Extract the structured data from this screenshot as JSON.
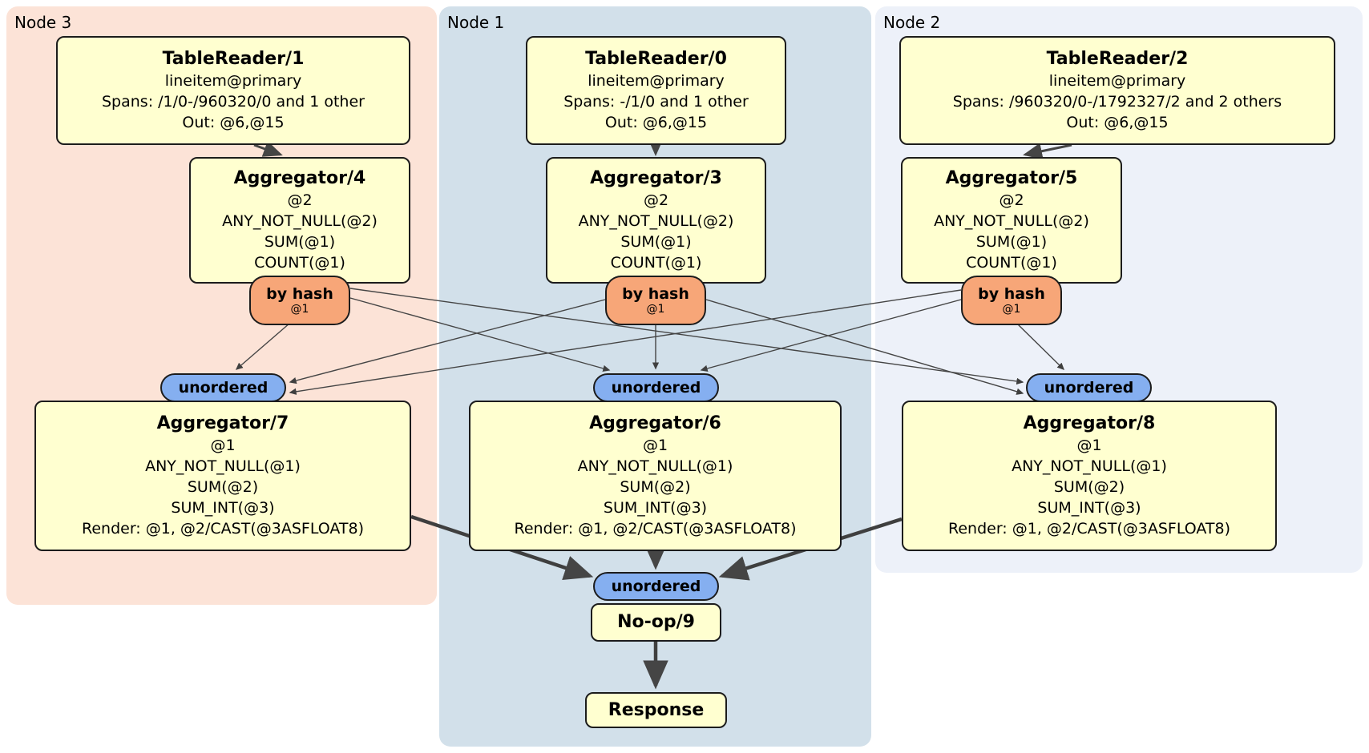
{
  "diagram": {
    "regions": [
      {
        "id": "node3",
        "label": "Node 3"
      },
      {
        "id": "node1",
        "label": "Node 1"
      },
      {
        "id": "node2",
        "label": "Node 2"
      }
    ],
    "processors": {
      "tr1": {
        "title": "TableReader/1",
        "lines": [
          "lineitem@primary",
          "Spans: /1/0-/960320/0 and 1 other",
          "Out: @6,@15"
        ]
      },
      "tr0": {
        "title": "TableReader/0",
        "lines": [
          "lineitem@primary",
          "Spans: -/1/0 and 1 other",
          "Out: @6,@15"
        ]
      },
      "tr2": {
        "title": "TableReader/2",
        "lines": [
          "lineitem@primary",
          "Spans: /960320/0-/1792327/2 and 2 others",
          "Out: @6,@15"
        ]
      },
      "agg4": {
        "title": "Aggregator/4",
        "lines": [
          "@2",
          "ANY_NOT_NULL(@2)",
          "SUM(@1)",
          "COUNT(@1)"
        ]
      },
      "agg3": {
        "title": "Aggregator/3",
        "lines": [
          "@2",
          "ANY_NOT_NULL(@2)",
          "SUM(@1)",
          "COUNT(@1)"
        ]
      },
      "agg5": {
        "title": "Aggregator/5",
        "lines": [
          "@2",
          "ANY_NOT_NULL(@2)",
          "SUM(@1)",
          "COUNT(@1)"
        ]
      },
      "agg7": {
        "title": "Aggregator/7",
        "lines": [
          "@1",
          "ANY_NOT_NULL(@1)",
          "SUM(@2)",
          "SUM_INT(@3)",
          "Render: @1, @2/CAST(@3ASFLOAT8)"
        ]
      },
      "agg6": {
        "title": "Aggregator/6",
        "lines": [
          "@1",
          "ANY_NOT_NULL(@1)",
          "SUM(@2)",
          "SUM_INT(@3)",
          "Render: @1, @2/CAST(@3ASFLOAT8)"
        ]
      },
      "agg8": {
        "title": "Aggregator/8",
        "lines": [
          "@1",
          "ANY_NOT_NULL(@1)",
          "SUM(@2)",
          "SUM_INT(@3)",
          "Render: @1, @2/CAST(@3ASFLOAT8)"
        ]
      },
      "noop": {
        "title": "No-op/9"
      },
      "response": {
        "title": "Response"
      }
    },
    "routers": {
      "node3": {
        "label": "by hash",
        "key": "@1"
      },
      "node1": {
        "label": "by hash",
        "key": "@1"
      },
      "node2": {
        "label": "by hash",
        "key": "@1"
      }
    },
    "syncs": {
      "node3": {
        "label": "unordered"
      },
      "node1": {
        "label": "unordered"
      },
      "node2": {
        "label": "unordered"
      },
      "final": {
        "label": "unordered"
      }
    },
    "edges": [
      {
        "from": "TableReader/1",
        "to": "Aggregator/4"
      },
      {
        "from": "TableReader/0",
        "to": "Aggregator/3"
      },
      {
        "from": "TableReader/2",
        "to": "Aggregator/5"
      },
      {
        "from": "by hash @1 (node3)",
        "to": "unordered (node3)"
      },
      {
        "from": "by hash @1 (node3)",
        "to": "unordered (node1)"
      },
      {
        "from": "by hash @1 (node3)",
        "to": "unordered (node2)"
      },
      {
        "from": "by hash @1 (node1)",
        "to": "unordered (node3)"
      },
      {
        "from": "by hash @1 (node1)",
        "to": "unordered (node1)"
      },
      {
        "from": "by hash @1 (node1)",
        "to": "unordered (node2)"
      },
      {
        "from": "by hash @1 (node2)",
        "to": "unordered (node3)"
      },
      {
        "from": "by hash @1 (node2)",
        "to": "unordered (node1)"
      },
      {
        "from": "by hash @1 (node2)",
        "to": "unordered (node2)"
      },
      {
        "from": "Aggregator/7",
        "to": "unordered (final)"
      },
      {
        "from": "Aggregator/6",
        "to": "unordered (final)"
      },
      {
        "from": "Aggregator/8",
        "to": "unordered (final)"
      },
      {
        "from": "unordered (final)",
        "to": "No-op/9"
      },
      {
        "from": "No-op/9",
        "to": "Response"
      }
    ],
    "colors": {
      "node3_bg": "#fce3d7",
      "node1_bg": "#d2e0ea",
      "node2_bg": "#edf1f9",
      "processor_bg": "#ffffd0",
      "router_bg": "#f7a678",
      "sync_bg": "#85aff0",
      "border": "#1c1c1c",
      "edge": "#454545"
    }
  }
}
